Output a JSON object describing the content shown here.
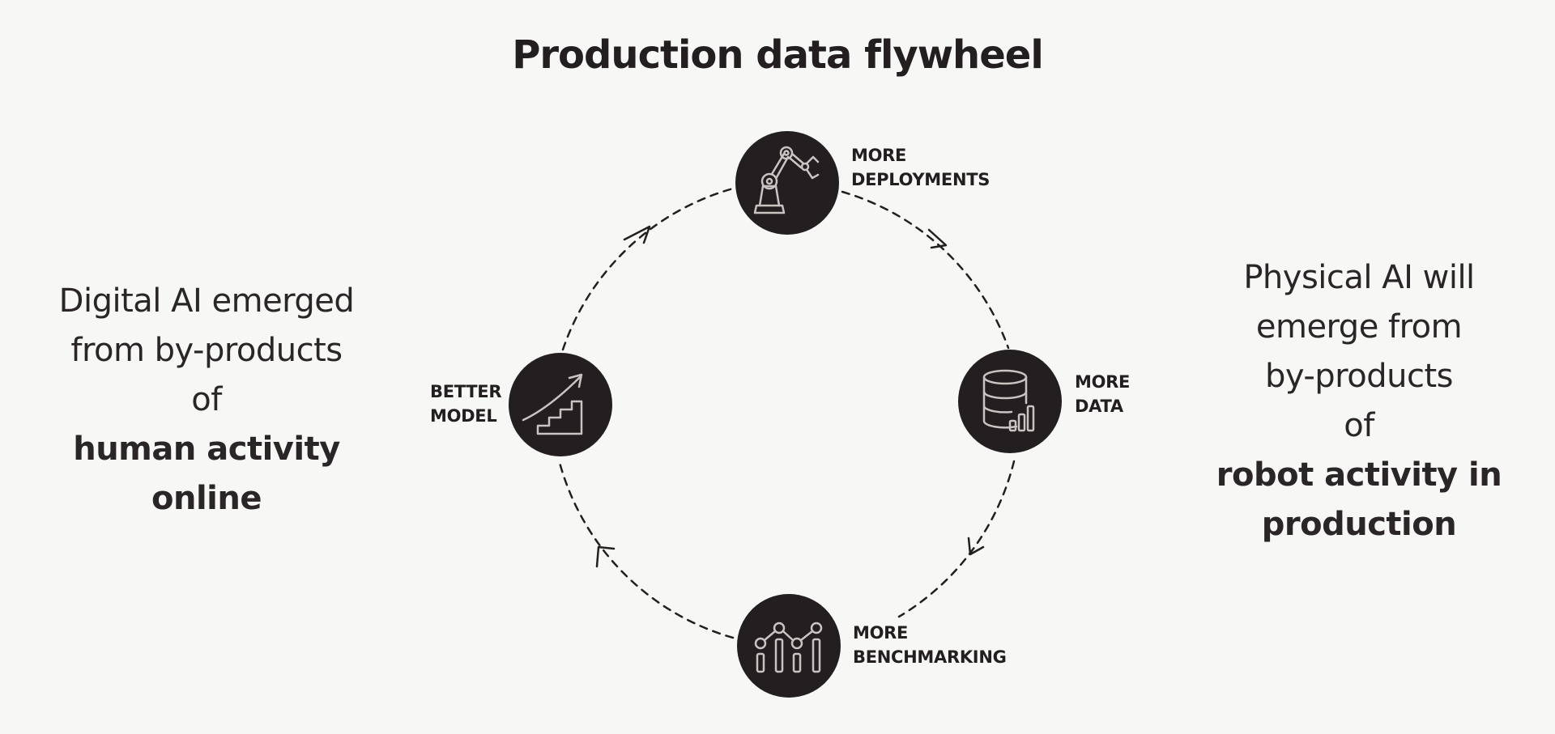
{
  "title": "Production data flywheel",
  "left_text": {
    "line1": "Digital AI emerged",
    "line2": "from by-products",
    "line3": "of",
    "bold1": "human activity",
    "bold2": "online"
  },
  "right_text": {
    "line1": "Physical AI will",
    "line2": "emerge from",
    "line3": "by-products",
    "line4": "of",
    "bold1": "robot activity in",
    "bold2": "production"
  },
  "nodes": {
    "deployments": {
      "line1": "MORE",
      "line2": "DEPLOYMENTS",
      "icon": "robot-arm-icon"
    },
    "data": {
      "line1": "MORE",
      "line2": "DATA",
      "icon": "database-icon"
    },
    "benchmarking": {
      "line1": "MORE",
      "line2": "BENCHMARKING",
      "icon": "benchmark-chart-icon"
    },
    "model": {
      "line1": "BETTER",
      "line2": "MODEL",
      "icon": "stairs-growth-icon"
    }
  },
  "colors": {
    "background": "#f7f7f5",
    "node_fill": "#231f20",
    "icon_stroke": "#c9c4c2",
    "text": "#231f20"
  }
}
